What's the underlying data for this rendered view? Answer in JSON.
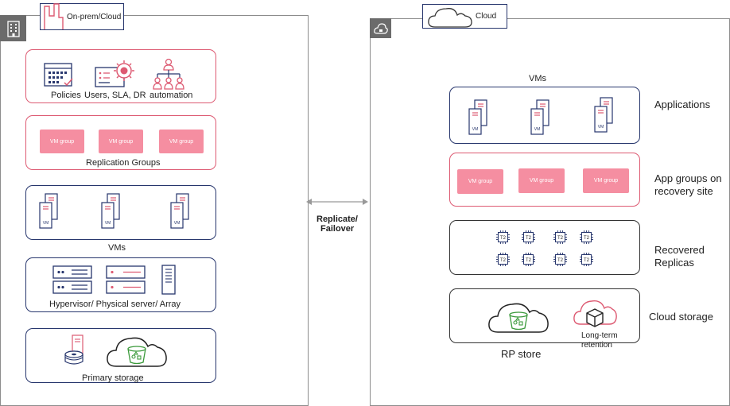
{
  "left": {
    "tag": "On-prem/Cloud",
    "policies": "Policies",
    "users_sla_dr": "Users, SLA, DR",
    "automation": "automation",
    "vm_group_label": "VM group",
    "replication_groups": "Replication  Groups",
    "vms": "VMs",
    "hypervisor": "Hypervisor/ Physical server/ Array",
    "primary_storage": "Primary  storage"
  },
  "middle": {
    "replicate": "Replicate/",
    "failover": "Failover"
  },
  "right": {
    "tag": "Cloud",
    "vms": "VMs",
    "applications": "Applications",
    "app_groups": "App groups on recovery site",
    "recovered": "Recovered Replicas",
    "cloud_storage": "Cloud storage",
    "rp_store": "RP store",
    "long_term": "Long-term",
    "retention": "retention",
    "chip_label": "T2"
  },
  "colors": {
    "pink": "#dd5a72",
    "vm_group_fill": "#f58ea1",
    "navy": "#27366d",
    "bucket_green": "#3b9a3b"
  }
}
